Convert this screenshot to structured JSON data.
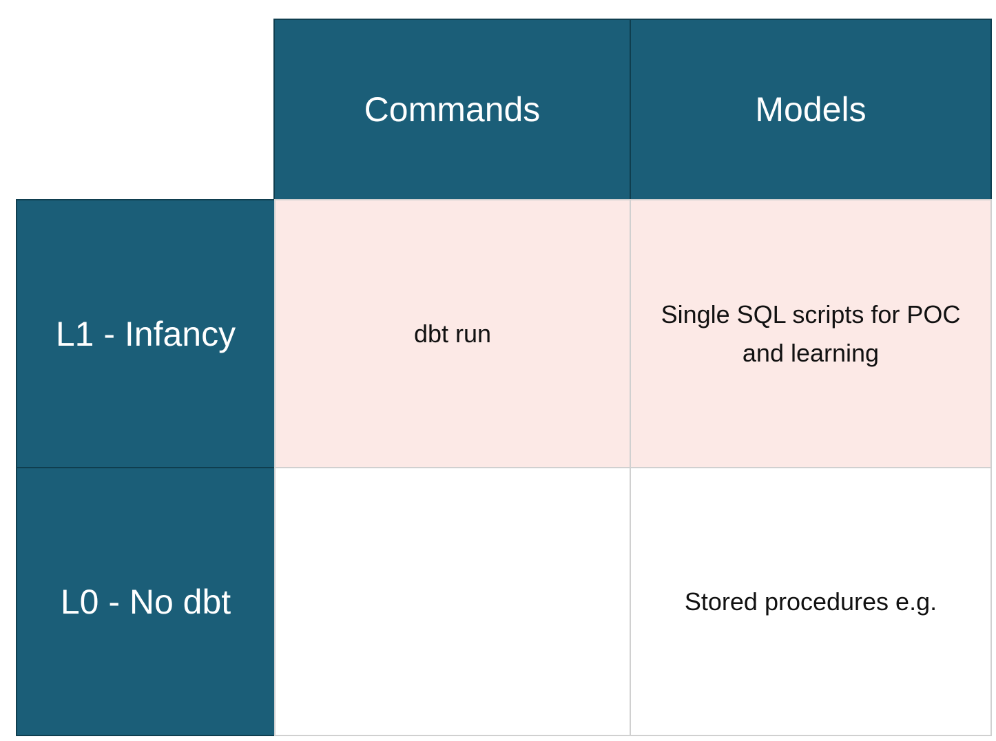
{
  "columns": [
    {
      "label": "Commands"
    },
    {
      "label": "Models"
    }
  ],
  "rows": [
    {
      "label": "L1 - Infancy",
      "cells": [
        "dbt run",
        "Single SQL scripts for POC and learning"
      ]
    },
    {
      "label": "L0 - No dbt",
      "cells": [
        "",
        "Stored procedures e.g."
      ]
    }
  ],
  "colors": {
    "header_bg": "#1b5e78",
    "header_border": "#0f3e4f",
    "row_l1_bg": "#fce9e6",
    "row_l0_bg": "#ffffff",
    "grid_border": "#d0d0d0"
  }
}
